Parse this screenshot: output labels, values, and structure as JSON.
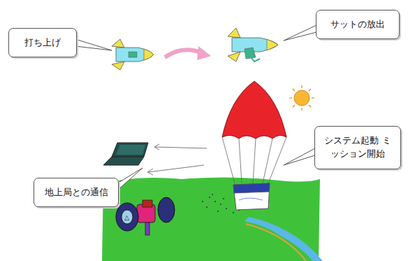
{
  "diagram": {
    "nodes": [
      {
        "text": [
          "打ち上げ"
        ]
      },
      {
        "text": [
          "サットの放出"
        ]
      },
      {
        "text": [
          "システム起動 ミッション開始"
        ]
      },
      {
        "text": [
          "地上局との通信"
        ]
      }
    ]
  }
}
